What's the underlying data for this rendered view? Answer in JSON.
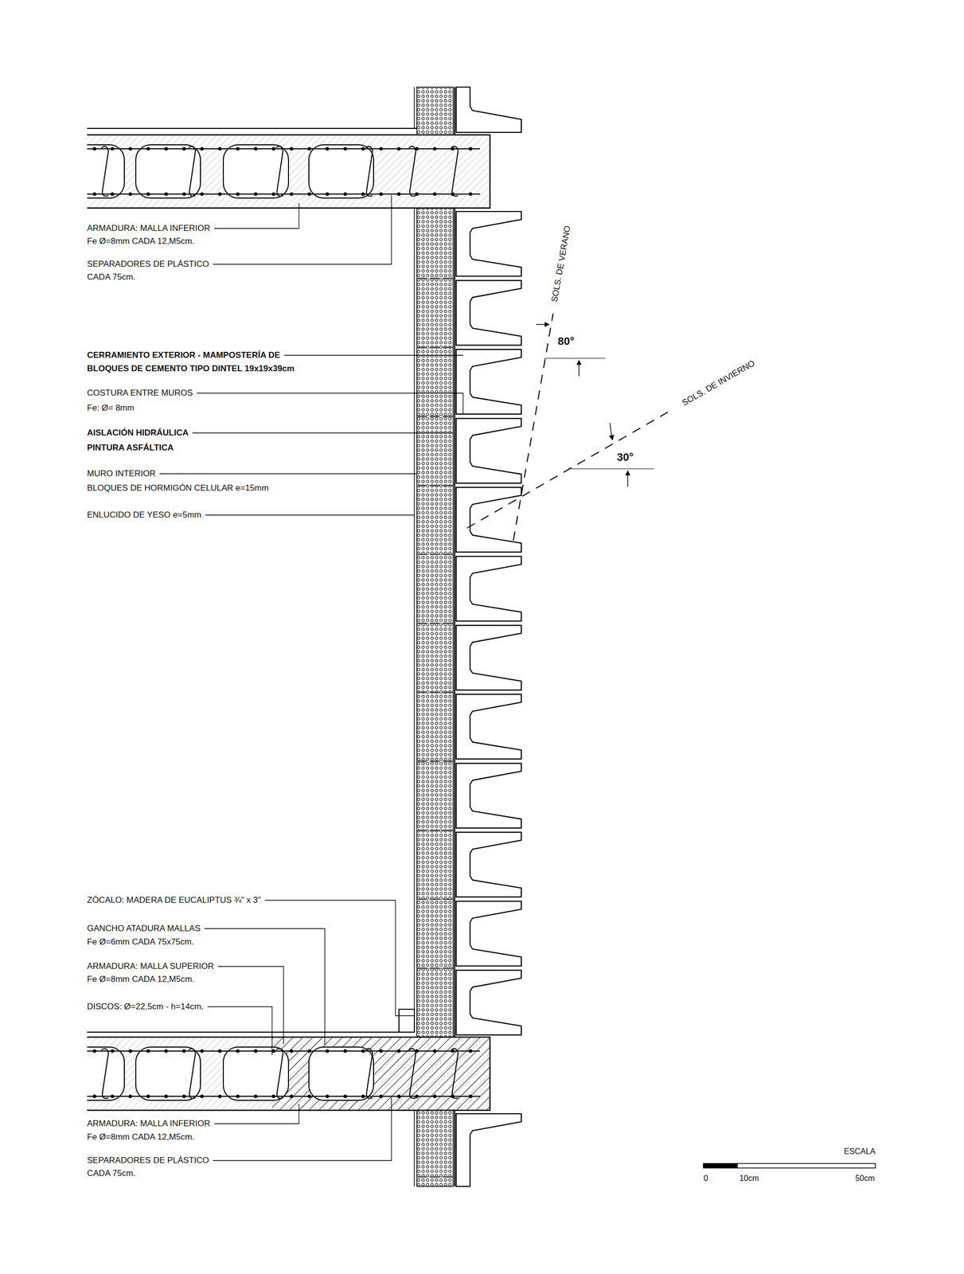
{
  "diagram": {
    "labels": [
      "ARMADURA: MALLA INFERIOR",
      "Fe Ø=8mm CADA 12,M5cm.",
      "SEPARADORES DE PLÁSTICO",
      "CADA 75cm.",
      "CERRAMIENTO EXTERIOR - MAMPOSTERÍA DE",
      "BLOQUES DE CEMENTO TIPO DINTEL 19x19x39cm",
      "COSTURA ENTRE MUROS",
      "Fe: Ø= 8mm",
      "AISLACIÓN HIDRÁULICA",
      "PINTURA ASFÁLTICA",
      "MURO INTERIOR",
      "BLOQUES DE HORMIGÓN CELULAR e=15mm",
      "ENLUCIDO DE YESO e=5mm",
      "ZÓCALO: MADERA DE EUCALIPTUS ¾\" x 3\"",
      "GANCHO ATADURA MALLAS",
      "Fe Ø=6mm CADA 75x75cm.",
      "ARMADURA: MALLA SUPERIOR",
      "Fe Ø=8mm CADA 12,M5cm.",
      "DISCOS: Ø=22,5cm - h=14cm.",
      "ARMADURA: MALLA INFERIOR",
      "Fe Ø=8mm CADA 12,M5cm.",
      "SEPARADORES DE PLÁSTICO",
      "CADA 75cm.",
      "SOLS. DE VERANO",
      "80°",
      "SOLS. DE INVIERNO",
      "30°",
      "ESCALA",
      "0",
      "10cm",
      "50cm"
    ]
  }
}
